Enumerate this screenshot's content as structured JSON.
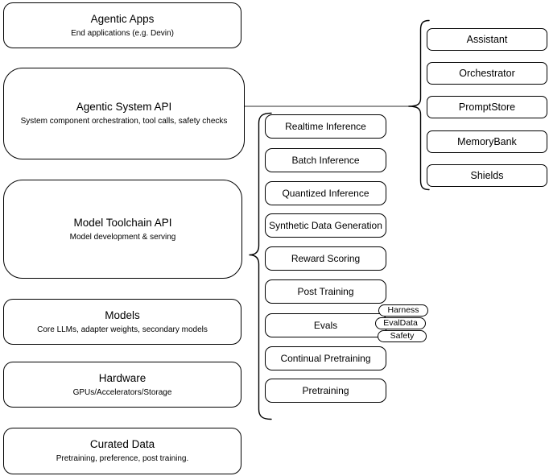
{
  "diagram": {
    "left_stack": [
      {
        "title": "Agentic Apps",
        "subtitle": "End applications (e.g. Devin)"
      },
      {
        "title": "Agentic System API",
        "subtitle": "System component orchestration, tool calls, safety checks"
      },
      {
        "title": "Model Toolchain API",
        "subtitle": "Model development & serving"
      },
      {
        "title": "Models",
        "subtitle": "Core LLMs, adapter weights, secondary models"
      },
      {
        "title": "Hardware",
        "subtitle": "GPUs/Accelerators/Storage"
      },
      {
        "title": "Curated Data",
        "subtitle": "Pretraining, preference, post training."
      }
    ],
    "toolchain_items": [
      "Realtime Inference",
      "Batch Inference",
      "Quantized Inference",
      "Synthetic Data Generation",
      "Reward Scoring",
      "Post Training",
      "Evals",
      "Continual Pretraining",
      "Pretraining"
    ],
    "evals_tags": [
      "Harness",
      "EvalData",
      "Safety"
    ],
    "system_components": [
      "Assistant",
      "Orchestrator",
      "PromptStore",
      "MemoryBank",
      "Shields"
    ],
    "colors": {
      "stroke": "#000000",
      "connector": "#737373",
      "fill": "#ffffff",
      "text": "#000000"
    }
  }
}
